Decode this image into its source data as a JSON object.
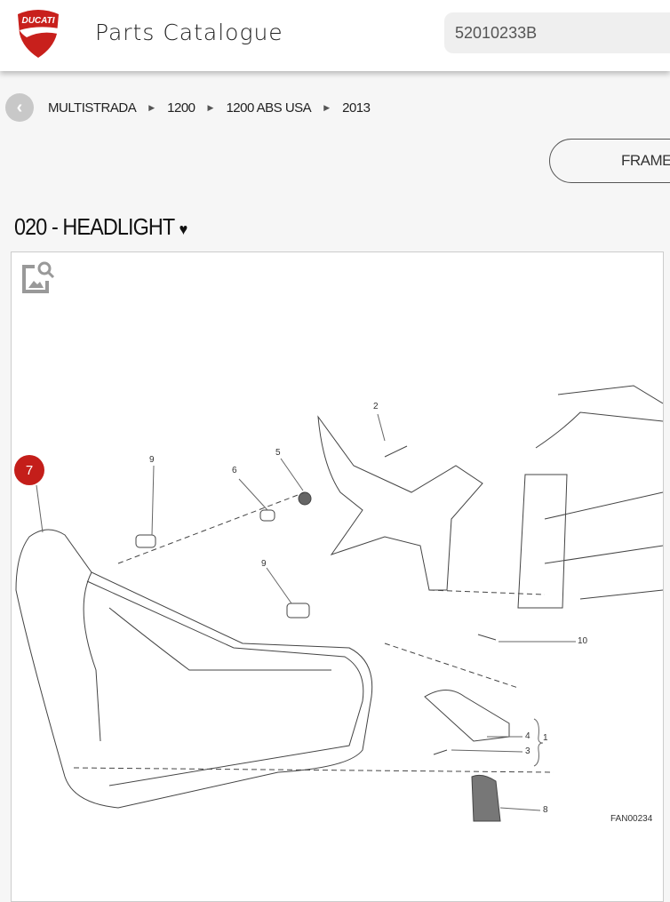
{
  "header": {
    "brand": "DUCATI",
    "title": "Parts Catalogue",
    "search_value": "52010233B"
  },
  "breadcrumb": [
    "MULTISTRADA",
    "1200",
    "1200 ABS USA",
    "2013"
  ],
  "frame_button": "FRAME",
  "section": {
    "title": "020 - HEADLIGHT",
    "heart": "♥"
  },
  "diagram": {
    "selected_badge": "7",
    "callouts": {
      "c9a": "9",
      "c6": "6",
      "c5": "5",
      "c2": "2",
      "c9b": "9",
      "c10": "10",
      "c4": "4",
      "c1": "1",
      "c3": "3",
      "c8": "8"
    },
    "code": "FAN00234"
  }
}
